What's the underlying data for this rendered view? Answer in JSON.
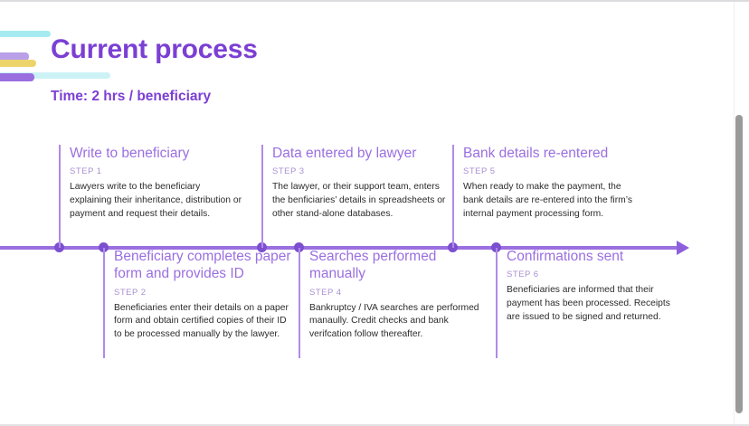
{
  "slide": {
    "title": "Current process",
    "subtitle": "Time: 2 hrs / beneficiary",
    "accent_purple": "#7b3fd4",
    "accent_light_purple": "#9a6fe0",
    "accent_cyan": "#a5eaf0",
    "accent_yellow": "#ecd46b"
  },
  "steps": [
    {
      "title": "Write to beneficiary",
      "label": "STEP 1",
      "body": "Lawyers write to the beneficiary explaining their inheritance, distribution or payment and request their details.",
      "row": "top"
    },
    {
      "title": "Beneficiary completes paper form and provides ID",
      "label": "STEP 2",
      "body": "Beneficiaries enter their details on a paper form and obtain certified copies of their ID to be processed manually by the lawyer.",
      "row": "bottom"
    },
    {
      "title": "Data entered by lawyer",
      "label": "STEP 3",
      "body": "The lawyer, or their support team, enters the benficiaries’ details in spreadsheets or other stand-alone databases.",
      "row": "top"
    },
    {
      "title": "Searches performed manually",
      "label": "STEP 4",
      "body": "Bankruptcy / IVA searches are performed manaully.  Credit checks and bank verifcation follow thereafter.",
      "row": "bottom"
    },
    {
      "title": "Bank details re-entered",
      "label": "STEP 5",
      "body": "When ready to make the payment, the bank details are re-entered into the firm’s internal payment processing form.",
      "row": "top"
    },
    {
      "title": "Confirmations sent",
      "label": "STEP 6",
      "body": "Beneficiaries are informed that their payment has been processed.  Receipts are issued to be signed and returned.",
      "row": "bottom"
    }
  ]
}
